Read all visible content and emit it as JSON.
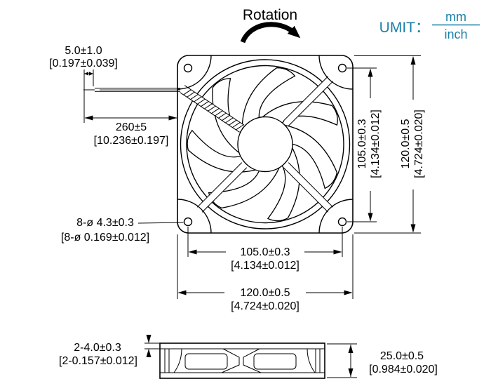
{
  "header": {
    "rotation_label": "Rotation",
    "unit_label": "UMIT：",
    "unit_numerator": "mm",
    "unit_denominator": "inch"
  },
  "colors": {
    "accent": "#1b7fa9",
    "line": "#000000"
  },
  "dimensions": {
    "lead_tip": {
      "mm": "5.0±1.0",
      "inch": "[0.197±0.039]"
    },
    "lead_length": {
      "mm": "260±5",
      "inch": "[10.236±0.197]"
    },
    "mounting_holes": {
      "mm": "8-ø 4.3±0.3",
      "inch": "[8-ø 0.169±0.012]"
    },
    "hole_pitch_vertical": {
      "mm": "105.0±0.3",
      "inch": "[4.134±0.012]"
    },
    "frame_height": {
      "mm": "120.0±0.5",
      "inch": "[4.724±0.020]"
    },
    "hole_pitch_horizontal": {
      "mm": "105.0±0.3",
      "inch": "[4.134±0.012]"
    },
    "frame_width": {
      "mm": "120.0±0.5",
      "inch": "[4.724±0.020]"
    },
    "flange_thickness": {
      "mm": "2-4.0±0.3",
      "inch": "[2-0.157±0.012]"
    },
    "frame_depth": {
      "mm": "25.0±0.5",
      "inch": "[0.984±0.020]"
    }
  }
}
